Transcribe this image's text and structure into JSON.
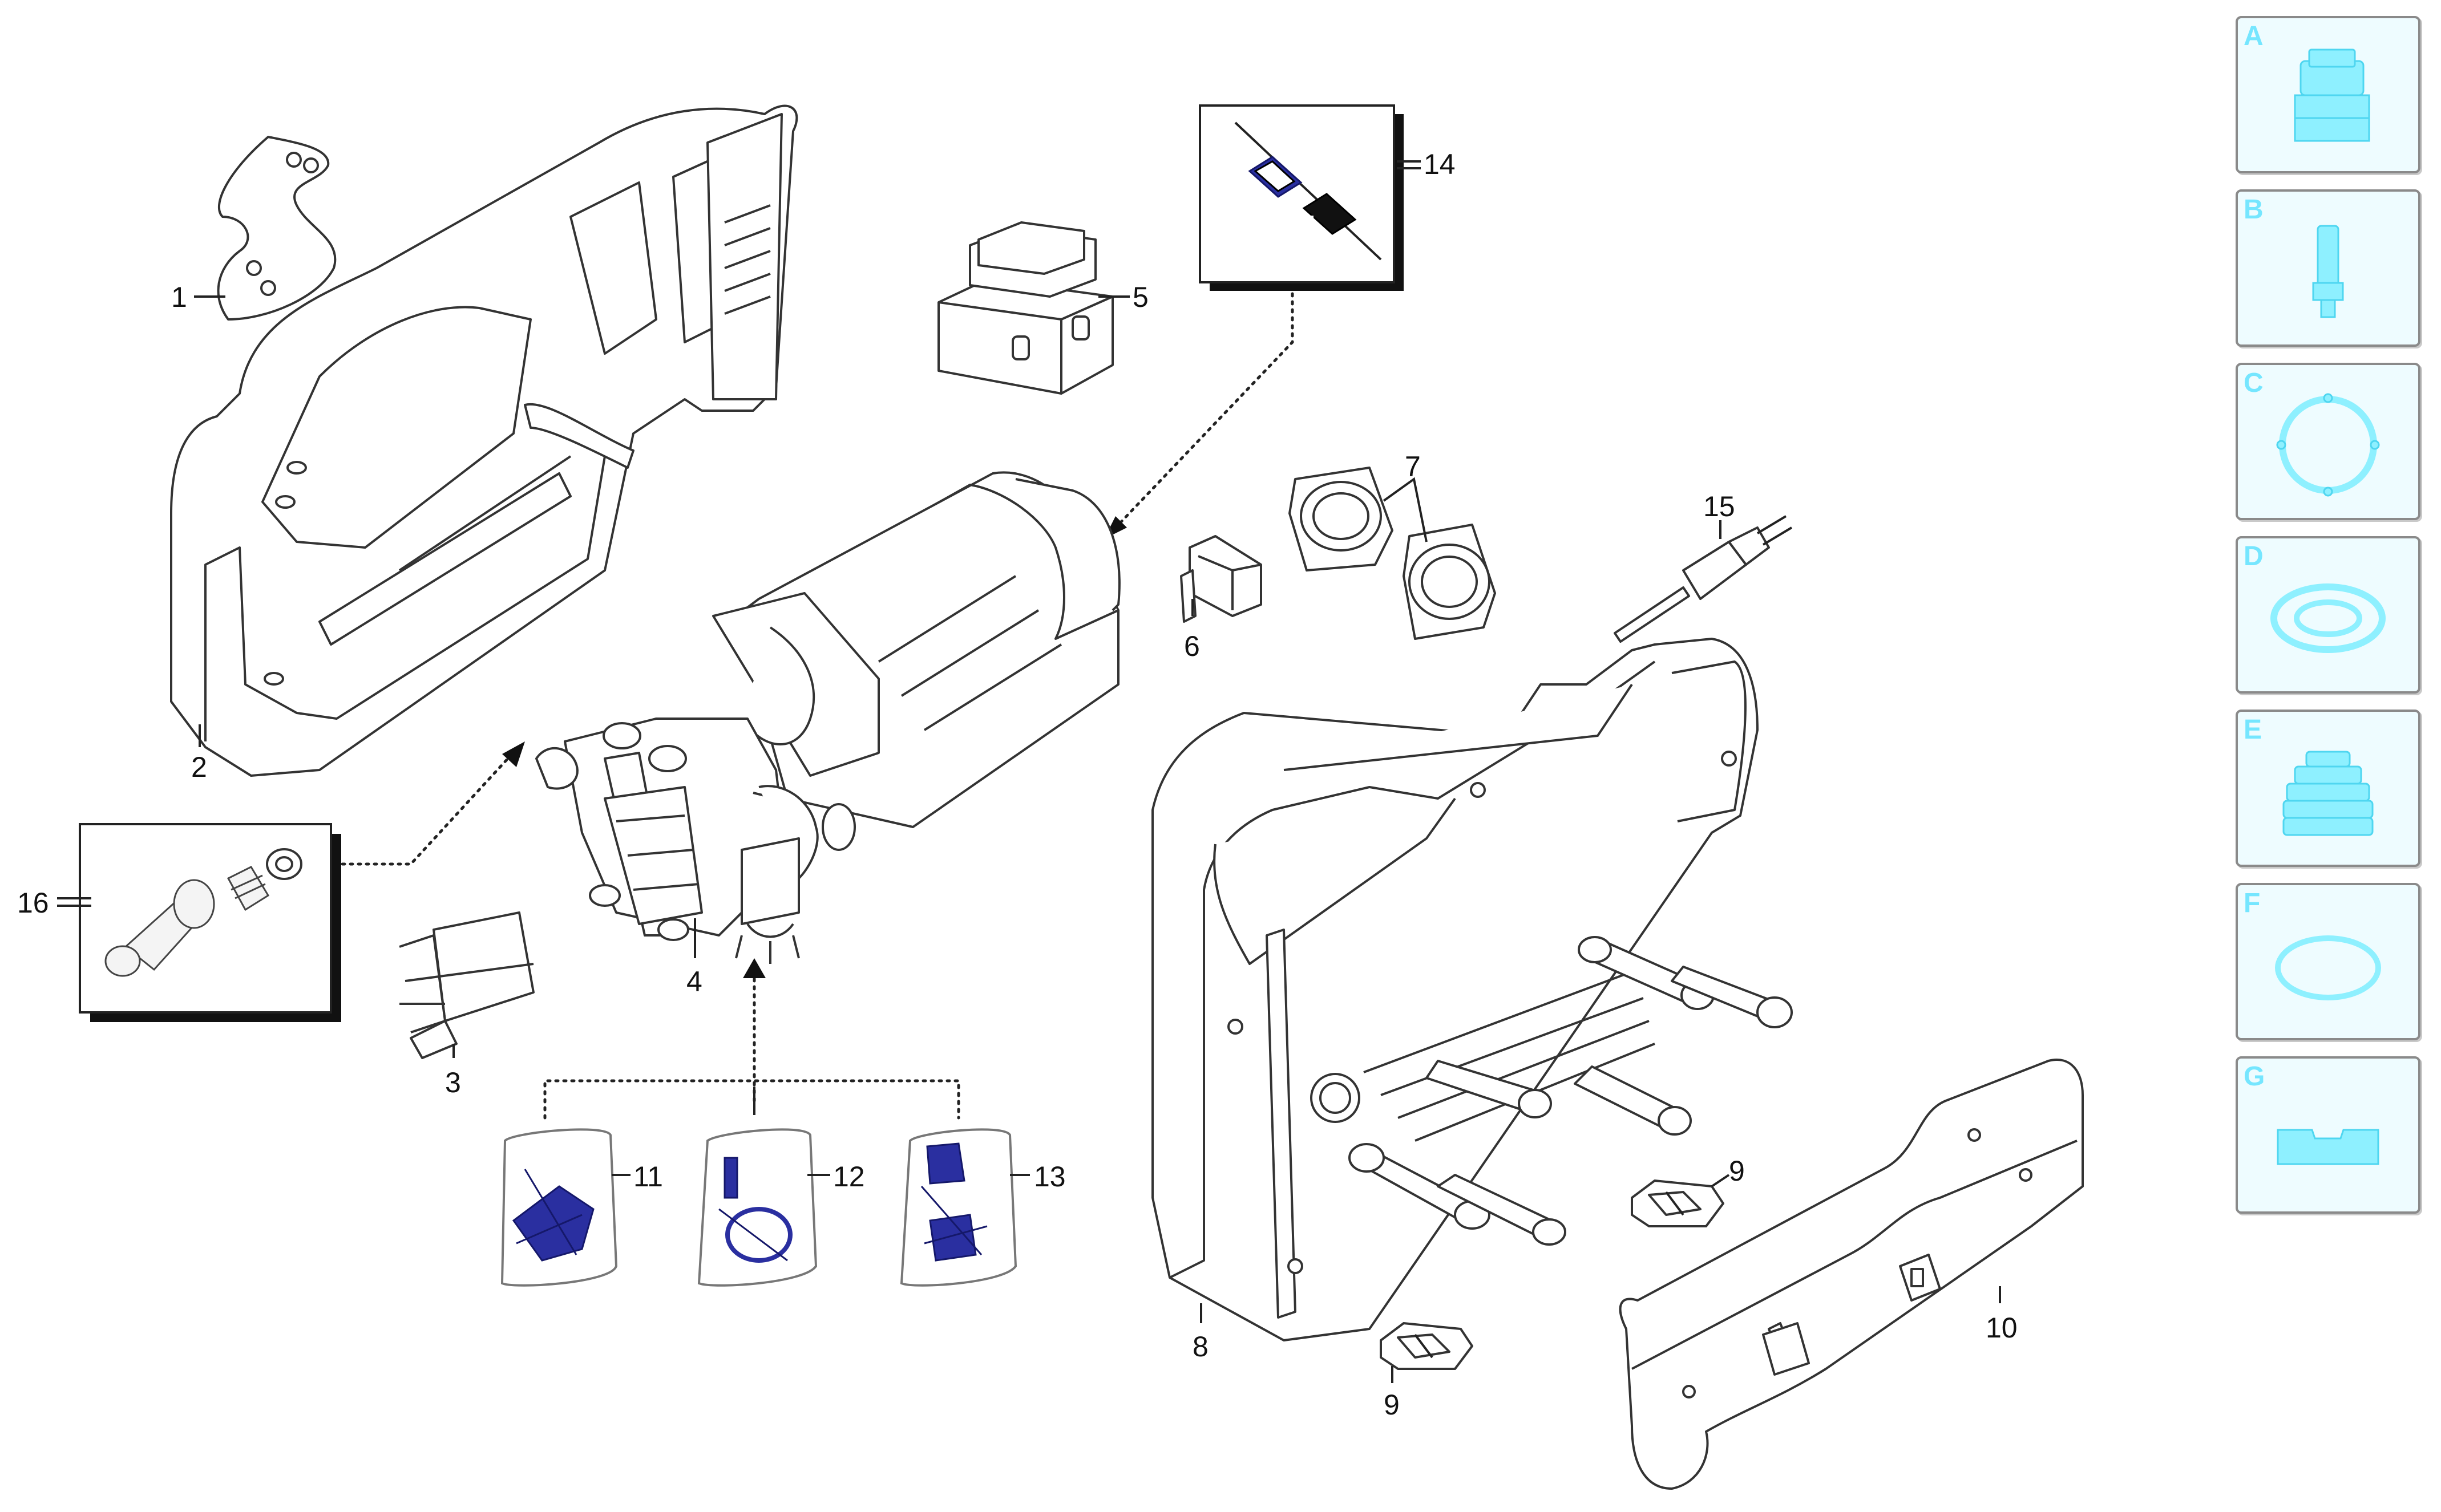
{
  "callouts": {
    "c1": "1",
    "c2": "2",
    "c3": "3",
    "c4": "4",
    "c5": "5",
    "c6": "6",
    "c7": "7",
    "c8": "8",
    "c9a": "9",
    "c9b": "9",
    "c10": "10",
    "c11": "11",
    "c12": "12",
    "c13": "13",
    "c14": "14",
    "c15": "15",
    "c16": "16"
  },
  "legend": [
    {
      "letter": "A",
      "icon": "nut-bolt-icon"
    },
    {
      "letter": "B",
      "icon": "pin-icon"
    },
    {
      "letter": "C",
      "icon": "gasket-icon"
    },
    {
      "letter": "D",
      "icon": "seal-ring-icon"
    },
    {
      "letter": "E",
      "icon": "bellows-icon"
    },
    {
      "letter": "F",
      "icon": "o-ring-icon"
    },
    {
      "letter": "G",
      "icon": "clip-icon"
    }
  ],
  "colors": {
    "legend_icon": "#8ef0ff",
    "legend_letter": "#75e6ff",
    "legend_bg": "#eefcff",
    "kit_parts": "#2a2fa0"
  }
}
